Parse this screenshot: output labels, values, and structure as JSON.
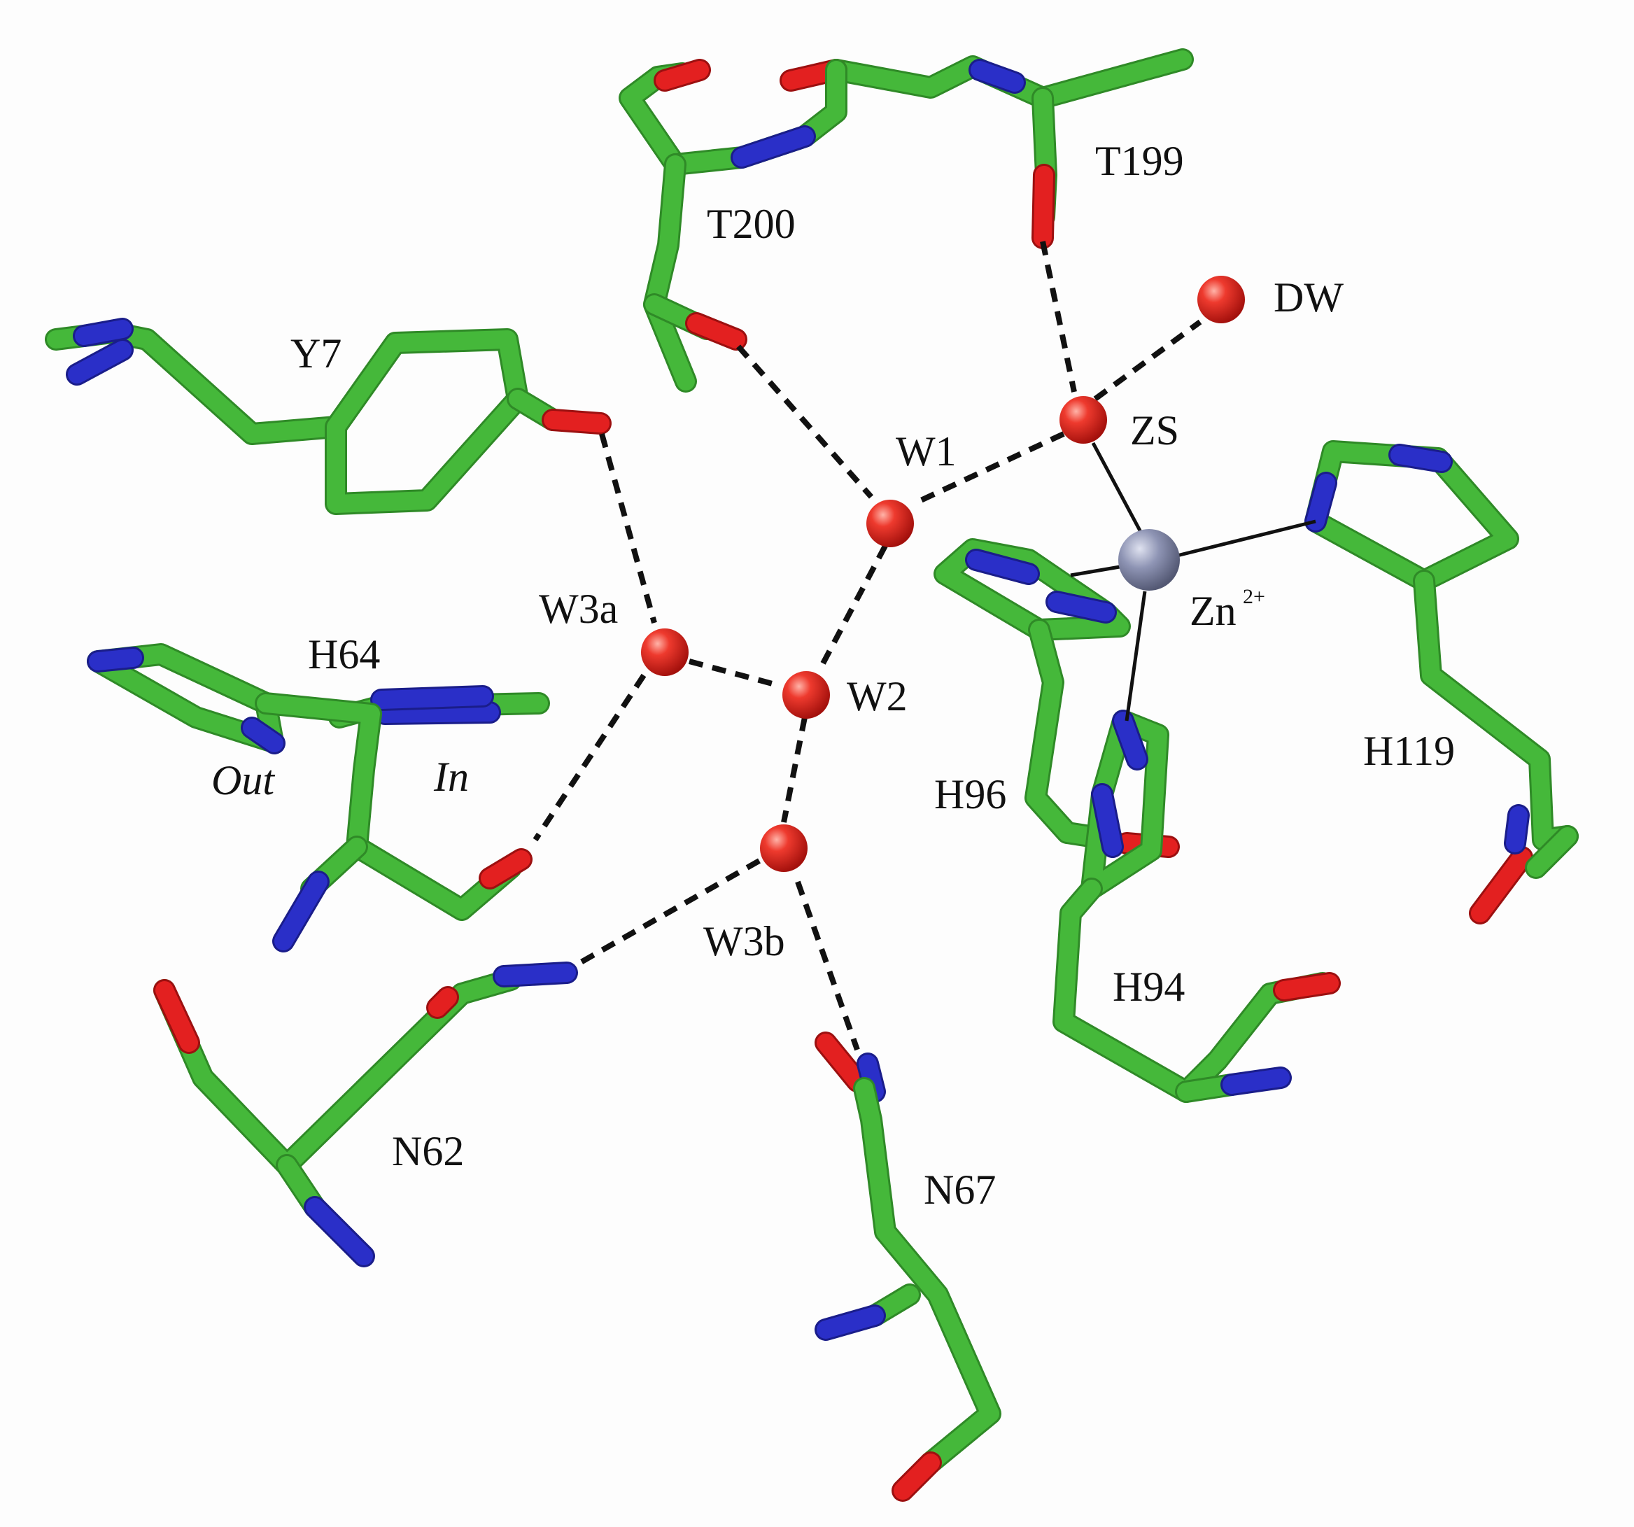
{
  "colors": {
    "carbon": "#45b83a",
    "carbon_dark": "#2f8a27",
    "nitrogen": "#2a2fc8",
    "oxygen": "#e32020",
    "water": "#e02a22",
    "zinc": "#8e94b4",
    "bond_line": "#111111",
    "background": "#fdfdfd"
  },
  "labels": {
    "t199": "T199",
    "t200": "T200",
    "dw": "DW",
    "y7": "Y7",
    "w1": "W1",
    "zs": "ZS",
    "zn": "Zn",
    "zn_charge": "2+",
    "w3a": "W3a",
    "h64": "H64",
    "w2": "W2",
    "out": "Out",
    "in": "In",
    "h96": "H96",
    "h119": "H119",
    "w3b": "W3b",
    "h94": "H94",
    "n62": "N62",
    "n67": "N67"
  }
}
